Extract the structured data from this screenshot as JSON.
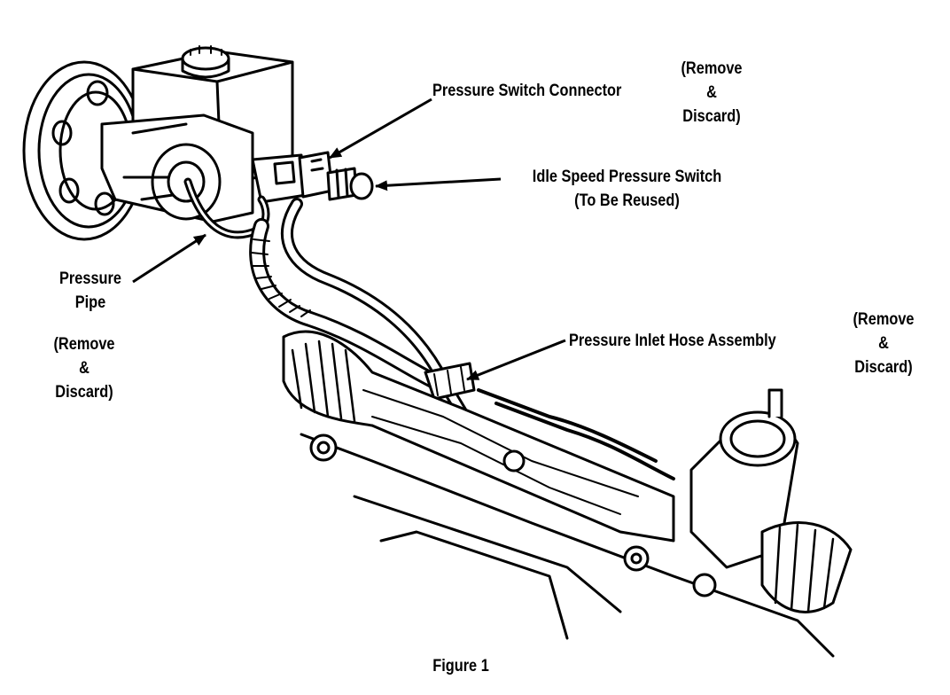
{
  "labels": {
    "pressure_switch_connector": "Pressure Switch Connector",
    "remove_discard_1": [
      "(Remove",
      "&",
      "Discard)"
    ],
    "idle_speed_switch": [
      "Idle Speed Pressure Switch",
      "(To Be Reused)"
    ],
    "pressure_pipe": [
      "Pressure",
      "Pipe"
    ],
    "remove_discard_2": [
      "(Remove",
      "&",
      "Discard)"
    ],
    "pressure_inlet_hose": "Pressure Inlet Hose Assembly",
    "remove_discard_3": [
      "(Remove",
      "&",
      "Discard)"
    ]
  },
  "caption": "Figure 1"
}
